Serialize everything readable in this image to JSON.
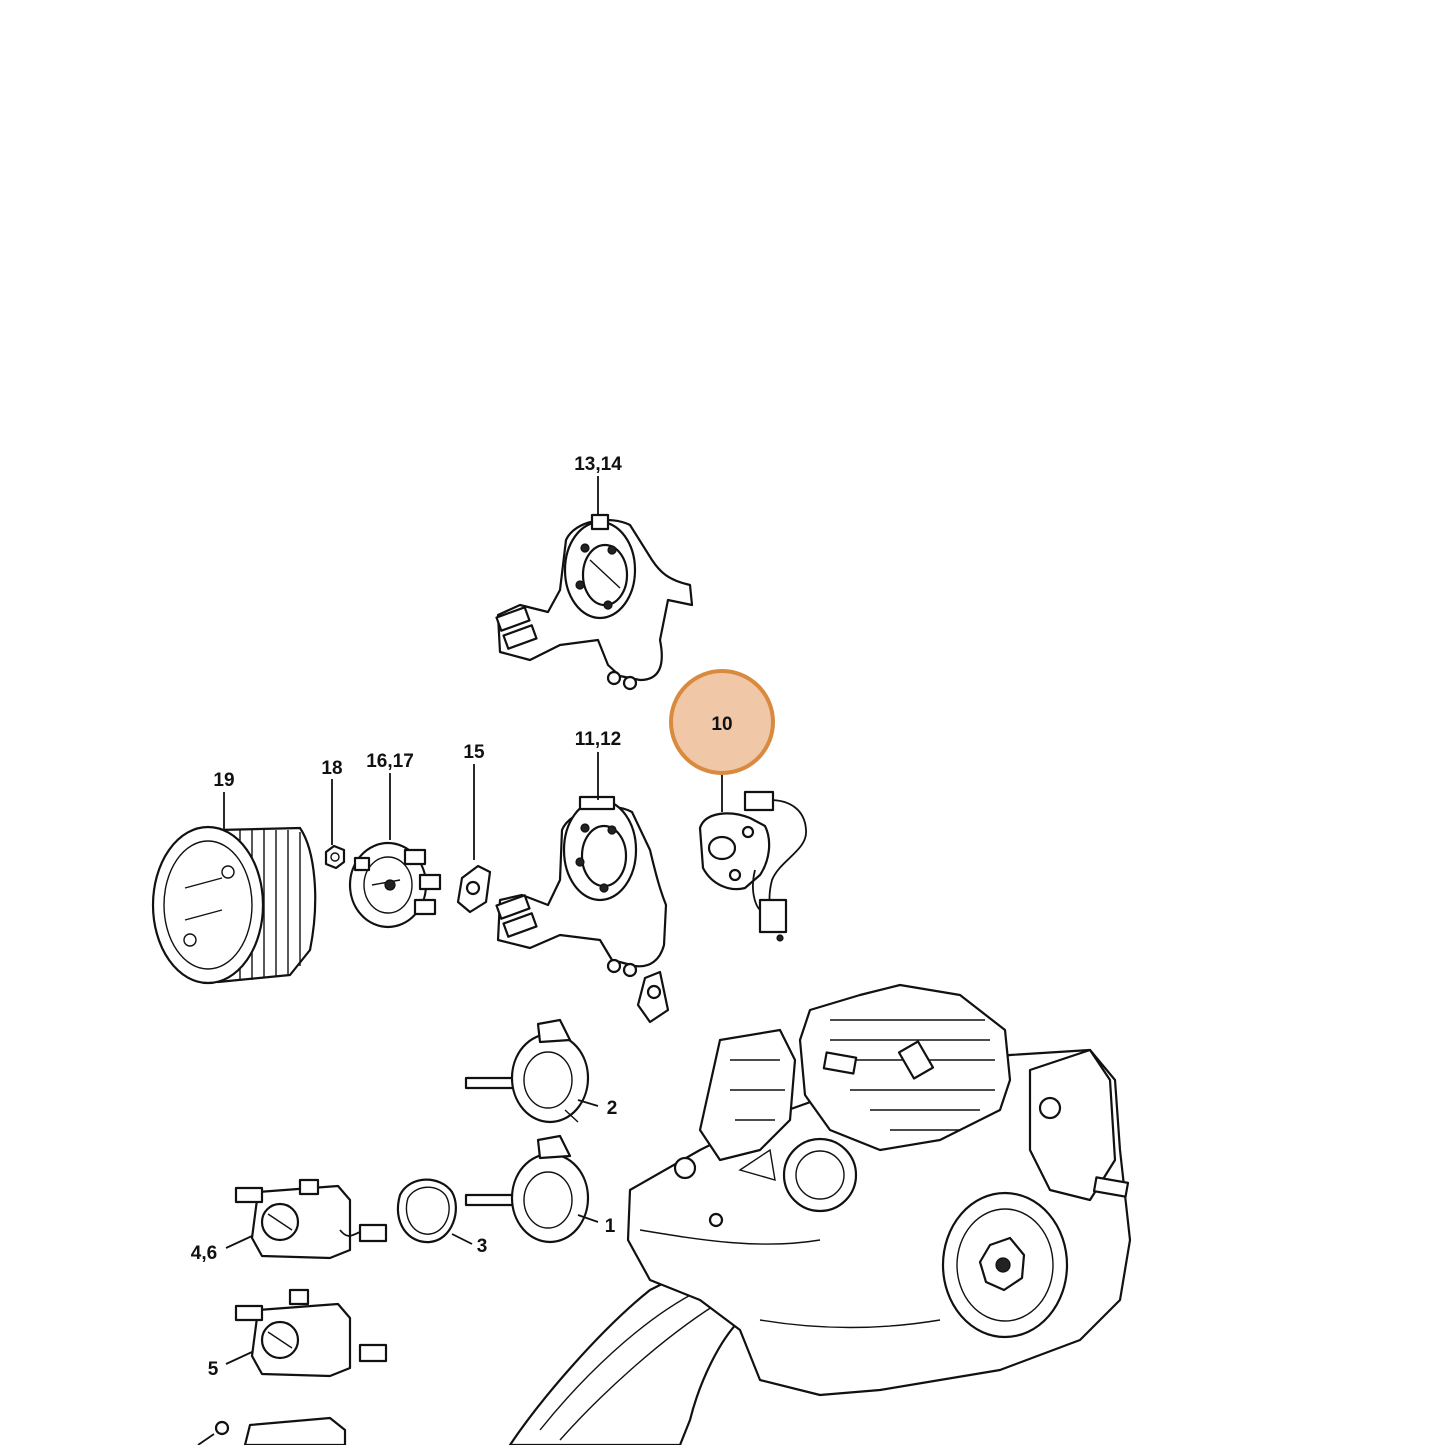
{
  "highlight": {
    "label": "10",
    "fill": "#f0c8a8",
    "stroke": "#d98a3f"
  },
  "callouts": {
    "c13_14": "13,14",
    "c11_12": "11,12",
    "c19": "19",
    "c18": "18",
    "c16_17": "16,17",
    "c15": "15",
    "c2": "2",
    "c1": "1",
    "c3": "3",
    "c4_6": "4,6",
    "c5": "5"
  }
}
